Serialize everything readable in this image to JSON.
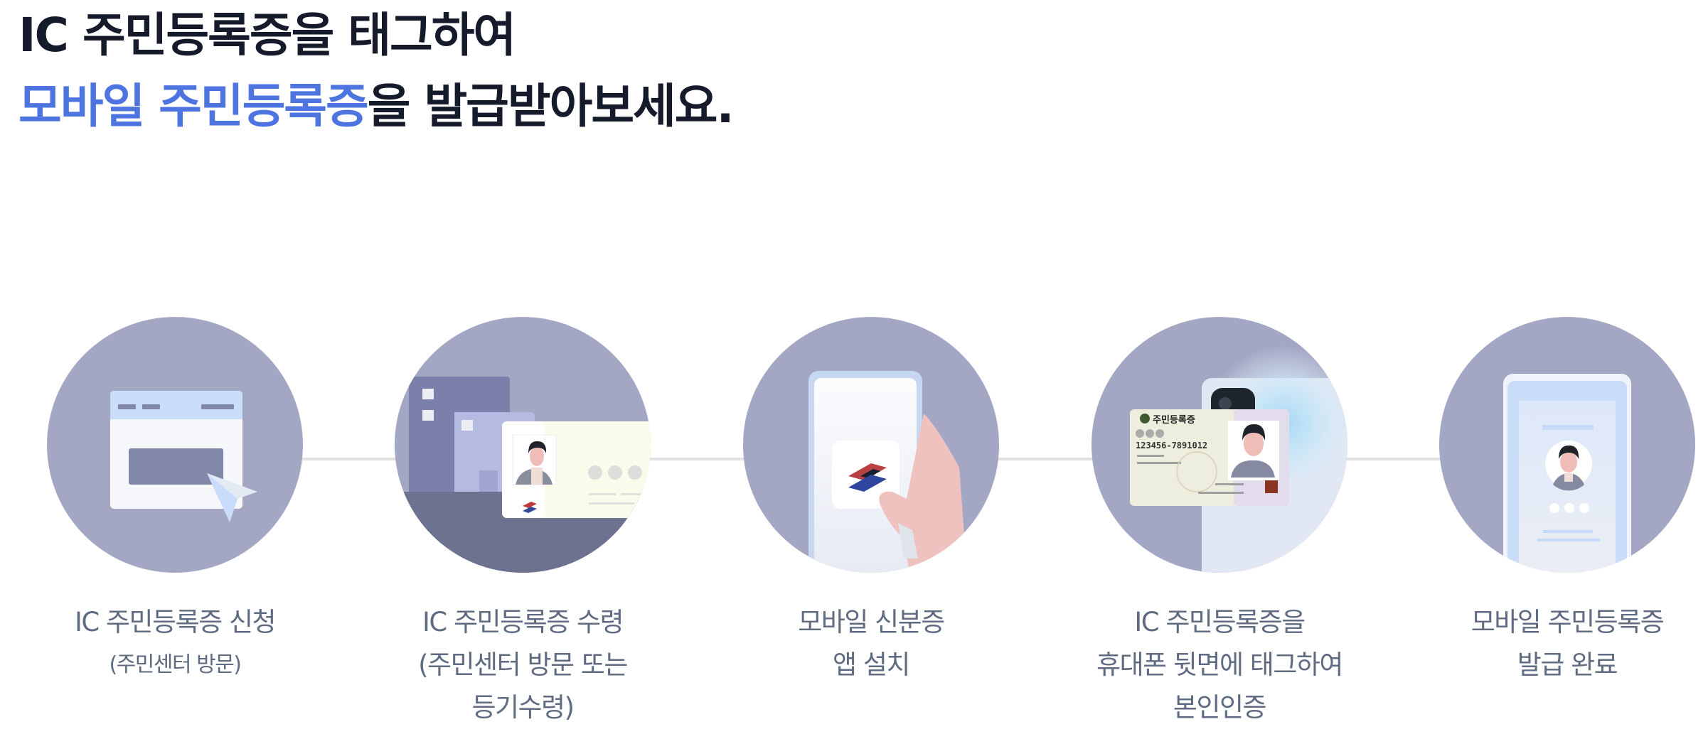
{
  "headline": {
    "line1": "IC 주민등록증을 태그하여",
    "line2_accent": "모바일 주민등록증",
    "line2_rest": "을 발급받아보세요."
  },
  "colors": {
    "heading_dark": "#161b2c",
    "heading_accent": "#4e74e0",
    "label_text": "#5f6b80",
    "circle_bg": "#a3a7c3",
    "connector": "#e1e1e1"
  },
  "steps": [
    {
      "icon": "web-application-icon",
      "lines": [
        "IC 주민등록증 신청"
      ],
      "sub": "(주민센터 방문)"
    },
    {
      "icon": "id-card-pickup-icon",
      "lines": [
        "IC 주민등록증 수령",
        "(주민센터 방문 또는",
        "등기수령)"
      ]
    },
    {
      "icon": "app-install-phone-icon",
      "lines": [
        "모바일 신분증",
        "앱 설치"
      ]
    },
    {
      "icon": "nfc-tag-id-card-icon",
      "lines": [
        "IC 주민등록증을",
        "휴대폰 뒷면에 태그하여",
        "본인인증"
      ],
      "card_title": "주민등록증",
      "card_number": "123456-7891012"
    },
    {
      "icon": "mobile-id-complete-icon",
      "lines": [
        "모바일 주민등록증",
        "발급 완료"
      ]
    }
  ]
}
